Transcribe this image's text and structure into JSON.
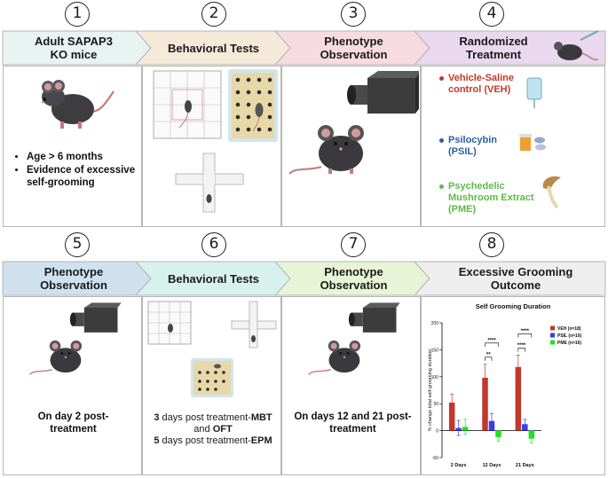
{
  "steps": [
    "1",
    "2",
    "3",
    "4",
    "5",
    "6",
    "7",
    "8"
  ],
  "row1": {
    "headers": [
      "Adult SAPAP3\nKO mice",
      "Behavioral Tests",
      "Phenotype\nObservation",
      "Randomized\nTreatment"
    ],
    "panel1_bullets": [
      "Age > 6 months",
      "Evidence of excessive self-grooming"
    ],
    "treatments": [
      {
        "label": "Vehicle-Saline control (VEH)",
        "color": "#c0392b"
      },
      {
        "label": "Psilocybin (PSIL)",
        "color": "#2c5f9e"
      },
      {
        "label": "Psychedelic Mushroom Extract (PME)",
        "color": "#5dbb46"
      }
    ]
  },
  "row2": {
    "headers": [
      "Phenotype\nObservation",
      "Behavioral Tests",
      "Phenotype\nObservation",
      "Excessive Grooming\nOutcome"
    ],
    "panel5_text": "On day 2 post-treatment",
    "panel6_lines": [
      {
        "bold_a": "3",
        "plain": " days post treatment-",
        "bold_b": "MBT",
        "plain2": " and ",
        "bold_c": "OFT"
      },
      {
        "bold_a": "5",
        "plain": " days post treatment-",
        "bold_b": "EPM",
        "plain2": "",
        "bold_c": ""
      }
    ],
    "panel7_text": "On days 12 and 21 post-treatment"
  },
  "colors": {
    "hdr1": "#e9f3f1",
    "hdr2": "#f5e9d9",
    "hdr3": "#f6dbe2",
    "hdr4": "#e9d8ee",
    "hdr5": "#cfe0ef",
    "hdr6": "#d7f2ec",
    "hdr7": "#e7f5d6",
    "hdr8": "#eeeeee"
  },
  "chart_data": {
    "type": "bar",
    "title": "Self Grooming Duration",
    "ylabel": "% change total self-grooming duration",
    "categories": [
      "2 Days",
      "12 Days",
      "21 Days"
    ],
    "ylim": [
      -50,
      200
    ],
    "series": [
      {
        "name": "VEH (n=18)",
        "color": "#c0392b",
        "values": [
          52,
          98,
          118
        ],
        "errors": [
          16,
          25,
          22
        ]
      },
      {
        "name": "PSIL (n=16)",
        "color": "#3a3af0",
        "values": [
          5,
          18,
          12
        ],
        "errors": [
          14,
          14,
          9
        ]
      },
      {
        "name": "PME (n=16)",
        "color": "#22e022",
        "values": [
          7,
          -12,
          -15
        ],
        "errors": [
          14,
          8,
          8
        ]
      }
    ],
    "significance": [
      {
        "category": "12 Days",
        "pair": [
          "VEH",
          "PSIL"
        ],
        "label": "**"
      },
      {
        "category": "12 Days",
        "pair": [
          "VEH",
          "PME"
        ],
        "label": "****"
      },
      {
        "category": "21 Days",
        "pair": [
          "VEH",
          "PSIL"
        ],
        "label": "****"
      },
      {
        "category": "21 Days",
        "pair": [
          "VEH",
          "PME"
        ],
        "label": "****"
      }
    ],
    "legend": "top-right"
  }
}
